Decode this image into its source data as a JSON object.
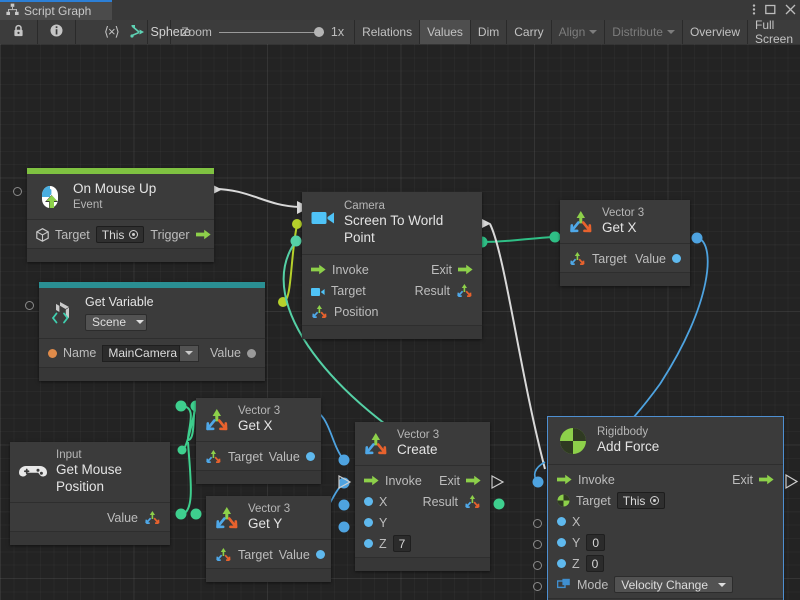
{
  "window": {
    "tab_title": "Script Graph",
    "tab_icon": "graph-icon",
    "menu_icon": "kebab-menu-icon",
    "maximize_icon": "maximize-icon",
    "close_icon": "close-icon",
    "accent_color": "#2c7fd6"
  },
  "toolbar": {
    "lock_icon": "lock-icon",
    "info_icon": "info-icon",
    "code_label": "⟨×⟩",
    "object_icon": "script-graph-asset-icon",
    "object_label": "Sphere",
    "zoom_label": "Zoom",
    "zoom_value": "1x",
    "buttons": [
      {
        "label": "Relations",
        "active": false,
        "dim": false
      },
      {
        "label": "Values",
        "active": true,
        "dim": false
      },
      {
        "label": "Dim",
        "active": false,
        "dim": false
      },
      {
        "label": "Carry",
        "active": false,
        "dim": false
      },
      {
        "label": "Align",
        "active": false,
        "dim": true,
        "caret": true
      },
      {
        "label": "Distribute",
        "active": false,
        "dim": true,
        "caret": true
      },
      {
        "label": "Overview",
        "active": false,
        "dim": false
      },
      {
        "label": "Full Screen",
        "active": false,
        "dim": false
      }
    ]
  },
  "canvas": {
    "background": "#232323",
    "grid_minor": "rgba(255,255,255,.028)",
    "grid_major": "rgba(255,255,255,.05)"
  },
  "nodes": {
    "on_mouse_up": {
      "subtitle": "On Mouse Up",
      "title": "Event",
      "icon": "mouse-up-event-icon",
      "accent_color": "#7fc241",
      "target_label": "Target",
      "target_value": "This",
      "trigger_label": "Trigger"
    },
    "get_variable": {
      "subtitle": "Get Variable",
      "icon": "unity-variable-icon",
      "accent_color": "#2a8f93",
      "scope": "Scene",
      "name_label": "Name",
      "name_value": "MainCamera",
      "value_label": "Value"
    },
    "screen_to_world": {
      "subtitle": "Camera",
      "title": "Screen To World Point",
      "icon": "camera-icon",
      "invoke_label": "Invoke",
      "exit_label": "Exit",
      "target_label": "Target",
      "result_label": "Result",
      "position_label": "Position"
    },
    "vector3_getx_top": {
      "subtitle": "Vector 3",
      "title": "Get X",
      "icon": "vector3-icon",
      "target_label": "Target",
      "value_label": "Value"
    },
    "input_mouse": {
      "subtitle": "Input",
      "title": "Get Mouse Position",
      "icon": "gamepad-icon",
      "value_label": "Value"
    },
    "vector3_getx_mid": {
      "subtitle": "Vector 3",
      "title": "Get X",
      "icon": "vector3-icon",
      "target_label": "Target",
      "value_label": "Value"
    },
    "vector3_gety": {
      "subtitle": "Vector 3",
      "title": "Get Y",
      "icon": "vector3-icon",
      "target_label": "Target",
      "value_label": "Value"
    },
    "vector3_create": {
      "subtitle": "Vector 3",
      "title": "Create",
      "icon": "vector3-icon",
      "invoke_label": "Invoke",
      "exit_label": "Exit",
      "x_label": "X",
      "y_label": "Y",
      "z_label": "Z",
      "z_value": "7",
      "result_label": "Result"
    },
    "add_force": {
      "subtitle": "Rigidbody",
      "title": "Add Force",
      "icon": "rigidbody-icon",
      "selected": true,
      "selection_color": "#4e8fd1",
      "invoke_label": "Invoke",
      "exit_label": "Exit",
      "target_label": "Target",
      "target_value": "This",
      "x_label": "X",
      "y_label": "Y",
      "y_value": "0",
      "z_label": "Z",
      "z_value": "0",
      "mode_label": "Mode",
      "mode_value": "Velocity Change"
    }
  },
  "edge_colors": {
    "flow": "#d9d9d9",
    "object": "#b6d12b",
    "vector": "#3ecf8e",
    "float": "#4ea3e0"
  }
}
